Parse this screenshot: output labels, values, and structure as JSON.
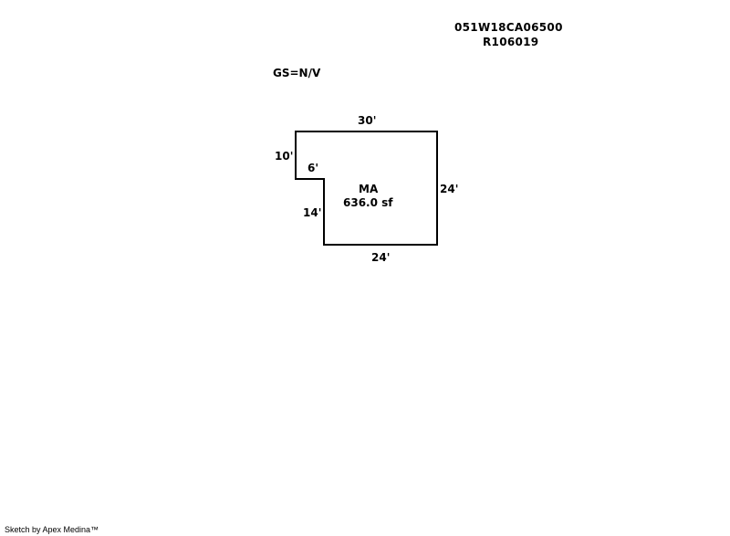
{
  "header": {
    "parcel_id": "051W18CA06500",
    "record_id": "R106019",
    "gs_label": "GS=N/V"
  },
  "sketch": {
    "area": {
      "code": "MA",
      "size": "636.0 sf"
    },
    "dimensions": {
      "top": "30'",
      "left_upper": "10'",
      "notch": "6'",
      "left_lower": "14'",
      "right": "24'",
      "bottom": "24'"
    },
    "line_color": "#000000"
  },
  "footer": {
    "credit": "Sketch by Apex Medina™"
  }
}
